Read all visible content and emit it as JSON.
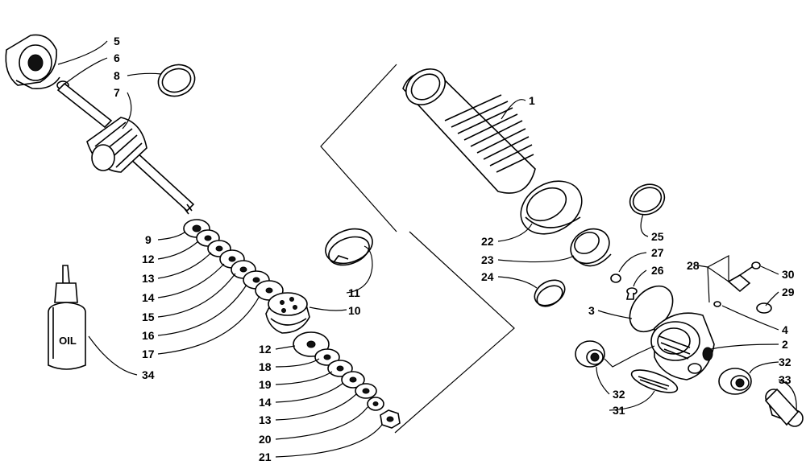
{
  "diagram": {
    "callouts": {
      "c5": "5",
      "c6": "6",
      "c8": "8",
      "c7": "7",
      "c9": "9",
      "c12a": "12",
      "c13a": "13",
      "c14a": "14",
      "c15": "15",
      "c16": "16",
      "c17": "17",
      "c11": "11",
      "c10": "10",
      "c12b": "12",
      "c18": "18",
      "c19": "19",
      "c14b": "14",
      "c13b": "13",
      "c20": "20",
      "c21": "21",
      "c34": "34",
      "c1": "1",
      "c22": "22",
      "c23": "23",
      "c24": "24",
      "c25": "25",
      "c27": "27",
      "c26": "26",
      "c28": "28",
      "c30": "30",
      "c29": "29",
      "c3": "3",
      "c4": "4",
      "c2": "2",
      "c32a": "32",
      "c32b": "32",
      "c33": "33",
      "c31": "31"
    },
    "oil_bottle_label": "OIL"
  }
}
